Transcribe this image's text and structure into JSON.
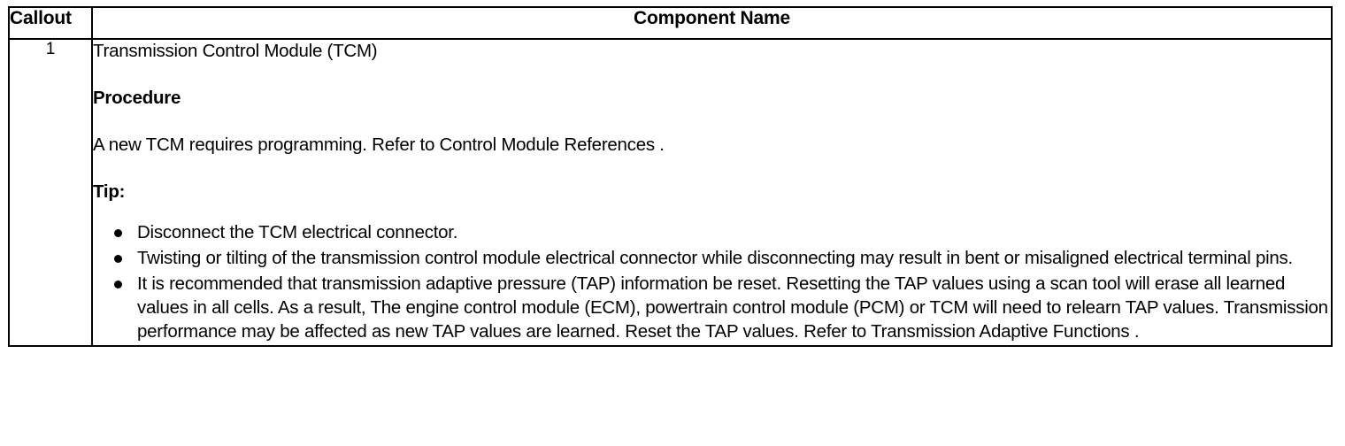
{
  "table": {
    "headers": {
      "callout": "Callout",
      "component_name": "Component Name"
    },
    "rows": [
      {
        "callout": "1",
        "title": "Transmission Control Module (TCM)",
        "procedure_heading": "Procedure",
        "procedure_text": "A new TCM requires programming. Refer to Control Module References .",
        "tip_heading": "Tip:",
        "tips": [
          "Disconnect the TCM electrical connector.",
          "Twisting or tilting of the transmission control module electrical connector while disconnecting may result in bent or misaligned electrical terminal pins.",
          "It is recommended that transmission adaptive pressure (TAP) information be reset. Resetting the TAP values using a scan tool will erase all learned values in all cells. As a result, The engine control module (ECM), powertrain control module (PCM) or TCM will need to relearn TAP values. Transmission performance may be affected as new TAP values are learned. Reset the TAP values. Refer to Transmission Adaptive Functions ."
        ]
      }
    ]
  },
  "colors": {
    "border": "#000000",
    "text": "#000000",
    "background": "#ffffff"
  }
}
